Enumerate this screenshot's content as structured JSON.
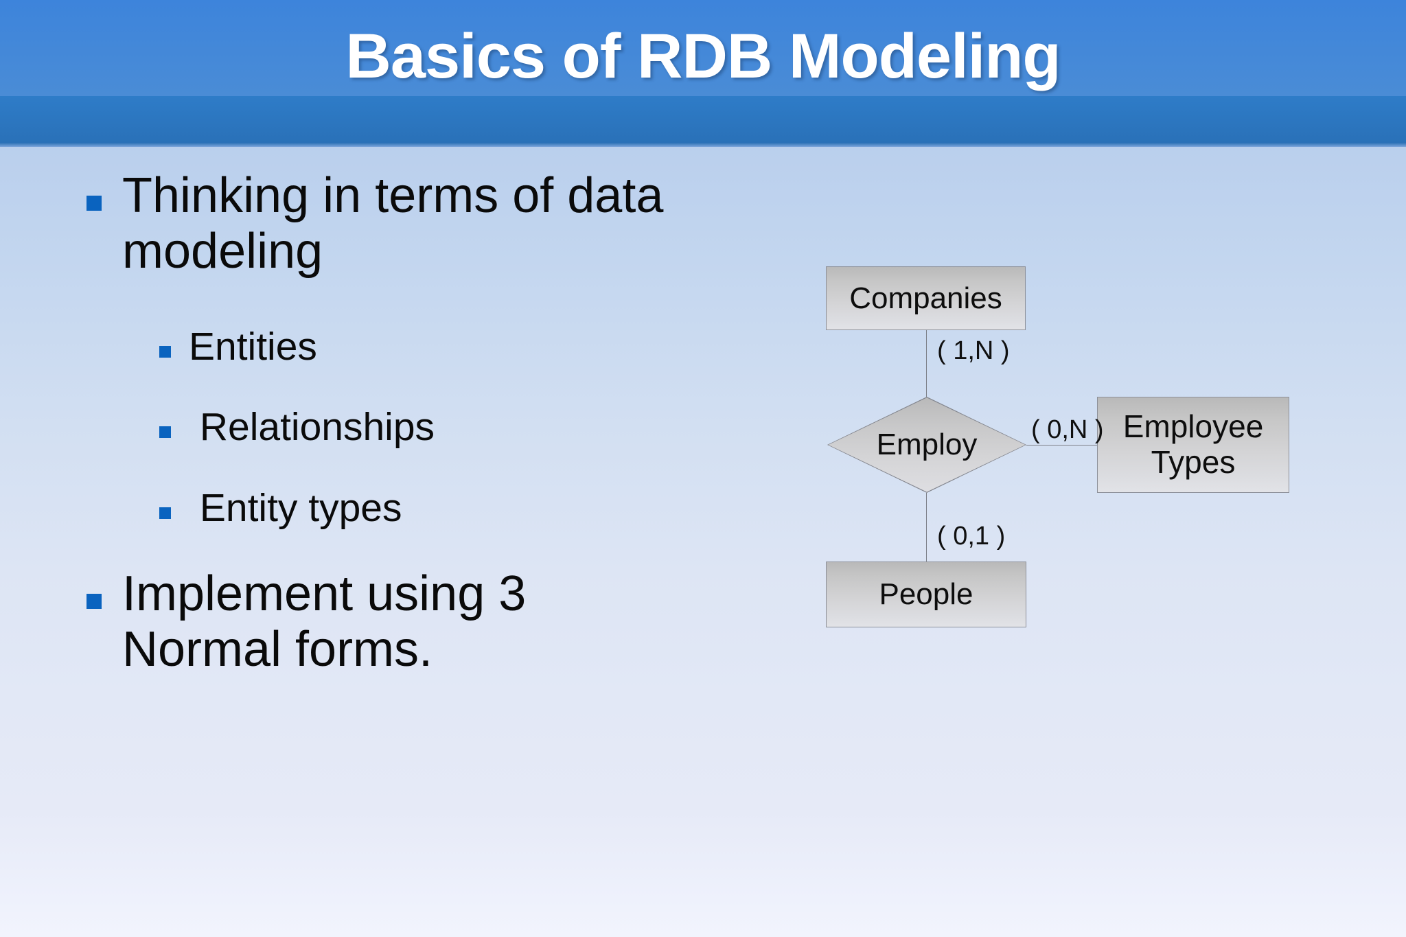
{
  "slide": {
    "title": "Basics of RDB Modeling",
    "header_color_top": "#3d84db",
    "header_color_bottom": "#2a71b8",
    "bullet_color": "#0a63bf",
    "text_color": "#0a0a0a"
  },
  "bullets": [
    {
      "level": 1,
      "text": "Thinking in terms of data modeling"
    },
    {
      "level": 2,
      "text": "Entities"
    },
    {
      "level": 2,
      "text": " Relationships"
    },
    {
      "level": 2,
      "text": " Entity types"
    },
    {
      "level": 1,
      "text": "Implement using 3 Normal forms."
    }
  ],
  "er_diagram": {
    "entities": [
      {
        "id": "companies",
        "label": "Companies",
        "shape": "rectangle"
      },
      {
        "id": "people",
        "label": "People",
        "shape": "rectangle"
      },
      {
        "id": "employee_types",
        "label": "Employee Types",
        "shape": "rectangle"
      }
    ],
    "relationships": [
      {
        "id": "employ",
        "label": "Employ",
        "shape": "diamond"
      }
    ],
    "connections": [
      {
        "from": "companies",
        "to": "employ",
        "cardinality": "( 1,N )"
      },
      {
        "from": "employ",
        "to": "employee_types",
        "cardinality": "( 0,N )"
      },
      {
        "from": "employ",
        "to": "people",
        "cardinality": "( 0,1 )"
      }
    ],
    "box_fill": "#d4d4d6",
    "box_border": "#8d9099"
  }
}
